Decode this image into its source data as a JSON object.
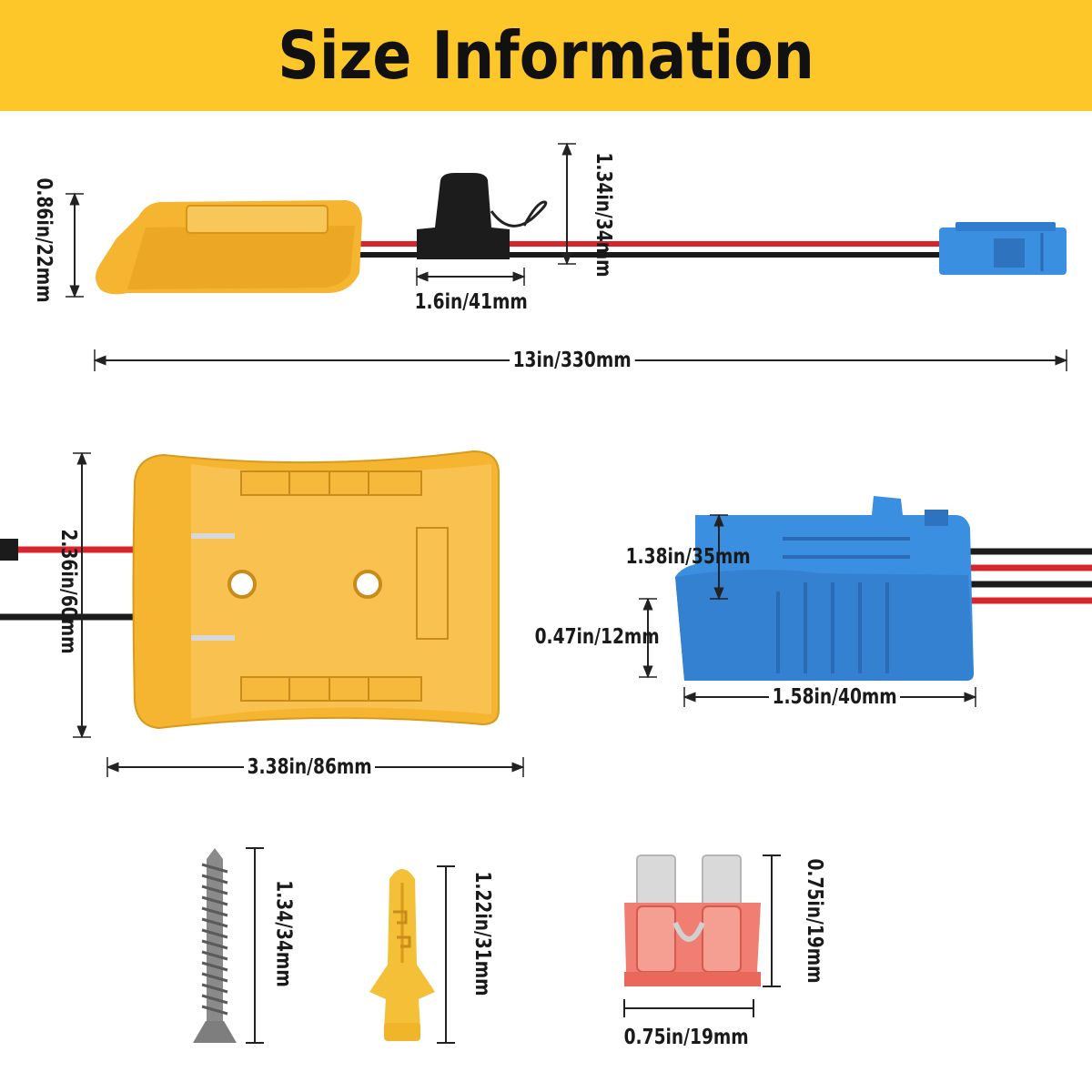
{
  "header": {
    "title": "Size Information"
  },
  "colors": {
    "banner": "#fdc72a",
    "adapter": "#f5b530",
    "connector": "#3b8fe0",
    "wire_red": "#d8252b",
    "wire_black": "#1b1b1b",
    "fuse": "#f17e72"
  },
  "dimensions": {
    "adapter_height": "0.86in/22mm",
    "fuse_holder_height": "1.34in/34mm",
    "fuse_holder_width": "1.6in/41mm",
    "cable_length": "13in/330mm",
    "adapter_top_height": "2.36in/60mm",
    "adapter_top_width": "3.38in/86mm",
    "connector_height": "1.38in/35mm",
    "connector_thickness": "0.47in/12mm",
    "connector_width": "1.58in/40mm",
    "screw_length": "1.34/34mm",
    "anchor_length": "1.22in/31mm",
    "fuse_height": "0.75in/19mm",
    "fuse_width": "0.75in/19mm"
  }
}
